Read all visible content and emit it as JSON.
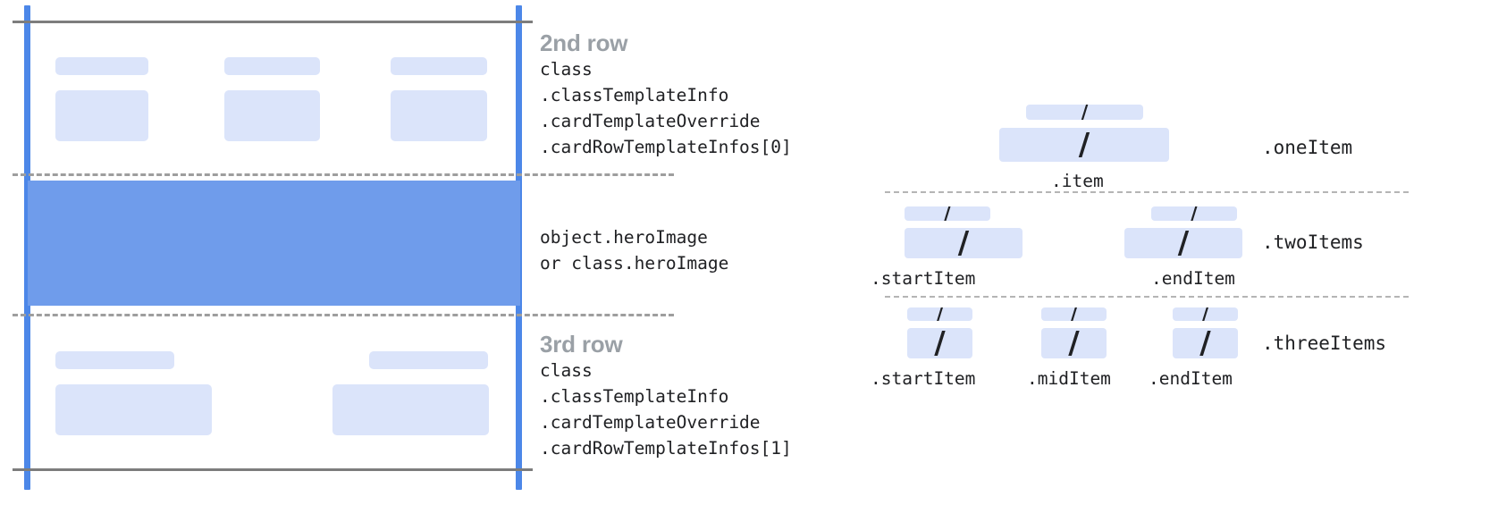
{
  "card_diagram": {
    "rows": [
      {
        "title": "2nd row",
        "code": "class\n.classTemplateInfo\n.cardTemplateOverride\n.cardRowTemplateInfos[0]",
        "columns": 3
      },
      {
        "title": "",
        "code": "object.heroImage\nor class.heroImage",
        "columns": 0
      },
      {
        "title": "3rd row",
        "code": "class\n.classTemplateInfo\n.cardTemplateOverride\n.cardRowTemplateInfos[1]",
        "columns": 2
      }
    ]
  },
  "item_diagram": {
    "groups": [
      {
        "name": ".oneItem",
        "items": [
          {
            "label": ".item",
            "glyph": "/"
          }
        ]
      },
      {
        "name": ".twoItems",
        "items": [
          {
            "label": ".startItem",
            "glyph": "/"
          },
          {
            "label": ".endItem",
            "glyph": "/"
          }
        ]
      },
      {
        "name": ".threeItems",
        "items": [
          {
            "label": ".startItem",
            "glyph": "/"
          },
          {
            "label": ".midItem",
            "glyph": "/"
          },
          {
            "label": ".endItem",
            "glyph": "/"
          }
        ]
      }
    ]
  },
  "colors": {
    "rail": "#4c87e8",
    "hero": "#6f9ceb",
    "placeholder": "#dbe4fa",
    "solid_line": "#7d7d7d",
    "dashed_line": "#9e9e9e",
    "title_text": "#9aa0a6",
    "code_text": "#202124"
  }
}
